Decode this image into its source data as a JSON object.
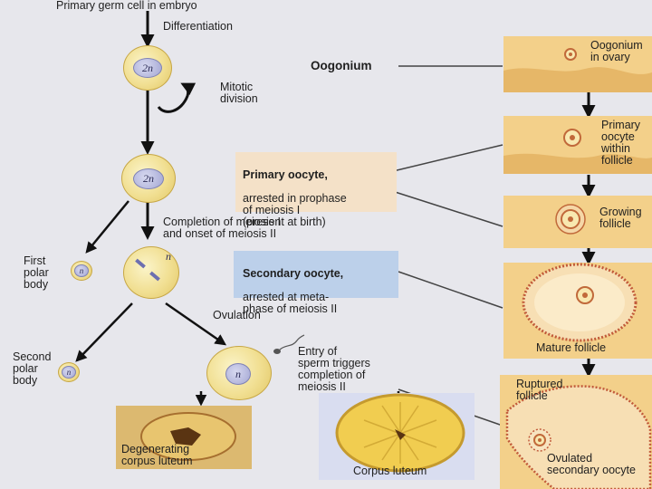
{
  "diagram": {
    "top_label": "Primary germ cell in embryo",
    "differentiation": "Differentiation",
    "oogonium_ploidy": "2n",
    "oogonium_label": "Oogonium",
    "mitotic_division": "Mitotic\ndivision",
    "primary_oocyte_ploidy": "2n",
    "primary_oocyte_title": "Primary oocyte,",
    "primary_oocyte_desc": "arrested in prophase\nof meiosis I\n(present at birth)",
    "completion_meiosis": "Completion of meiosis I\nand onset of meiosis II",
    "first_polar_body": "First\npolar\nbody",
    "first_polar_ploidy": "n",
    "secondary_oocyte_ploidy": "n",
    "secondary_oocyte_title": "Secondary oocyte,",
    "secondary_oocyte_desc": "arrested at meta-\nphase of meiosis II",
    "ovulation": "Ovulation",
    "second_polar_body": "Second\npolar\nbody",
    "second_polar_ploidy": "n",
    "ovum_ploidy": "n",
    "sperm_entry": "Entry of\nsperm triggers\ncompletion of\nmeiosis II"
  },
  "panels": {
    "oogonium_in_ovary": "Oogonium\nin ovary",
    "primary_oocyte_within_follicle": "Primary\noocyte\nwithin\nfollicle",
    "growing_follicle": "Growing\nfollicle",
    "mature_follicle": "Mature follicle",
    "ruptured_follicle": "Ruptured\nfollicle",
    "ovulated_secondary_oocyte": "Ovulated\nsecondary oocyte",
    "degenerating_corpus_luteum": "Degenerating\ncorpus luteum",
    "corpus_luteum": "Corpus luteum"
  },
  "colors": {
    "background": "#e7e7ec",
    "cell_fill": "#f1df92",
    "nucleus_fill": "#a3a6d3",
    "primary_box": "#f4e1c8",
    "secondary_box": "#bcd0ea",
    "tissue": "#ecc77a"
  }
}
